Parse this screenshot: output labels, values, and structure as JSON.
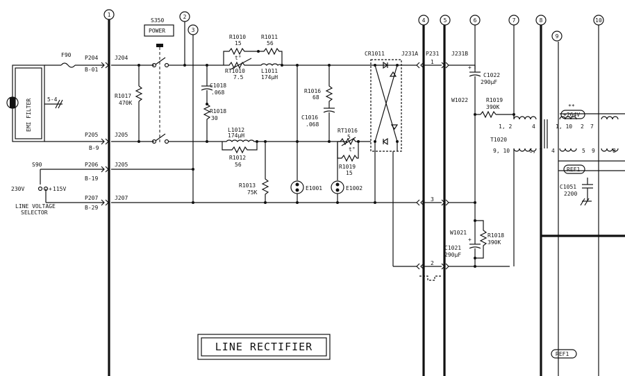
{
  "title": "LINE RECTIFIER",
  "nodes": [
    "1",
    "2",
    "3",
    "4",
    "5",
    "6",
    "7",
    "8",
    "9",
    "10"
  ],
  "switch": {
    "id": "S350",
    "label": "POWER"
  },
  "fuse": {
    "id": "F90"
  },
  "emi_filter": {
    "label": "EMI FILTER",
    "ground": "5-4"
  },
  "connectors": {
    "p204": "P204",
    "j204": "J204",
    "pin_b01": "B-01",
    "p205": "P205",
    "j205a": "J205",
    "pin_b9": "B-9",
    "p206": "P206",
    "j205b": "J205",
    "pin_b19": "B-19",
    "p207": "P207",
    "j207": "J207",
    "pin_b29": "B-29",
    "j231a": "J231A",
    "p231": "P231",
    "j231b": "J231B",
    "p231_pin1": "1",
    "pin3": "3",
    "pin2": "2"
  },
  "selector": {
    "id": "S90",
    "v230": "230V",
    "v115": "115V",
    "label1": "LINE VOLTAGE",
    "label2": "SELECTOR"
  },
  "parts": {
    "r1010": {
      "id": "R1010",
      "val": "15"
    },
    "r1011": {
      "id": "R1011",
      "val": "56"
    },
    "rt1010": {
      "id": "RT1010",
      "val": "7.5",
      "temp": "t°"
    },
    "l1011": {
      "id": "L1011",
      "val": "174µH"
    },
    "r1017": {
      "id": "R1017",
      "val": "470K"
    },
    "c1018": {
      "id": "C1018",
      "val": ".068"
    },
    "r1018a": {
      "id": "R1018",
      "val": "30"
    },
    "l1012": {
      "id": "L1012",
      "val": "174µH"
    },
    "r1012": {
      "id": "R1012",
      "val": "56"
    },
    "r1013": {
      "id": "R1013",
      "val": "75K"
    },
    "e1001": {
      "id": "E1001"
    },
    "e1002": {
      "id": "E1002"
    },
    "r1016": {
      "id": "R1016",
      "val": "68"
    },
    "c1016": {
      "id": "C1016",
      "val": ".068"
    },
    "rt1016": {
      "id": "RT1016",
      "val": "5",
      "temp": "t°"
    },
    "r1019a": {
      "id": "R1019",
      "val": "15"
    },
    "cr1011": {
      "id": "CR1011"
    },
    "c1022": {
      "id": "C1022",
      "val": "290µF"
    },
    "w1022": {
      "id": "W1022"
    },
    "r1019b": {
      "id": "R1019",
      "val": "390K"
    },
    "w1021": {
      "id": "W1021"
    },
    "r1018b": {
      "id": "R1018",
      "val": "390K"
    },
    "c1021": {
      "id": "C1021",
      "val": "290µF"
    },
    "t1020": {
      "id": "T1020",
      "pins_a": "1, 2",
      "pins_b": "9, 10",
      "pins_c": "4",
      "pins_d": "6, 7",
      "pins_e": "1, 10",
      "pins_f": "2",
      "pins_g": "7",
      "pins_h": "4",
      "pins_i": "5",
      "pins_j": "9",
      "pins_k": "8"
    },
    "v264": {
      "val": "+264V",
      "star": "**"
    },
    "c1051": {
      "id": "C1051",
      "val": "2200"
    },
    "ref1a": {
      "label": "REF1"
    },
    "ref1b": {
      "label": "REF1"
    }
  },
  "colors": {
    "ink": "#111111",
    "paper": "#ffffff"
  }
}
